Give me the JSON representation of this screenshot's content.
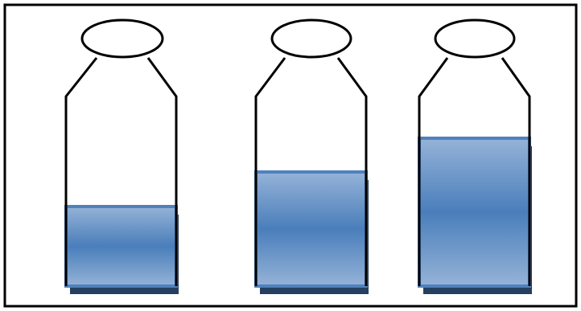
{
  "diagram": {
    "colors": {
      "frame": "#000000",
      "bottle_outline": "#000000",
      "liquid_edge": "#4f81bd",
      "liquid_light": "#95b3d7",
      "liquid_dark": "#4a7ebb",
      "liquid_shadow": "#243f60",
      "background": "#ffffff"
    },
    "bottles": [
      {
        "label": "",
        "fill_level": 0.42
      },
      {
        "label": "",
        "fill_level": 0.6
      },
      {
        "label": "",
        "fill_level": 0.78
      }
    ]
  }
}
